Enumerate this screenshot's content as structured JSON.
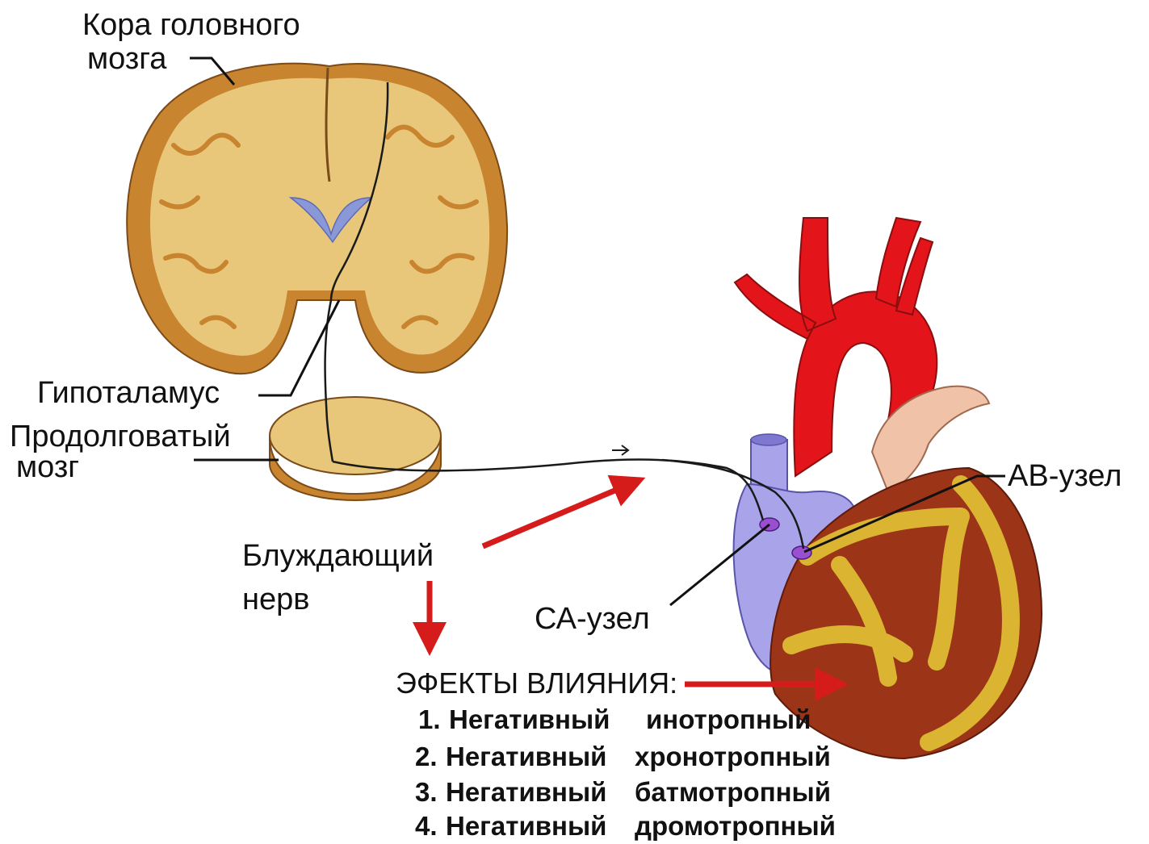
{
  "labels": {
    "cortex_line1": "Кора головного",
    "cortex_line2": "мозга",
    "hypothalamus": "Гипоталамус",
    "medulla_line1": "Продолговатый",
    "medulla_line2": "мозг",
    "vagus_line1": "Блуждающий",
    "vagus_line2": "нерв",
    "sa_node": "СА-узел",
    "av_node": "АВ-узел"
  },
  "effects": {
    "title": "ЭФЕКТЫ ВЛИЯНИЯ:",
    "items": [
      {
        "num": "1.",
        "word": "Негативный",
        "type": "инотропный"
      },
      {
        "num": "2.",
        "word": "Негативный",
        "type": "хронотропный"
      },
      {
        "num": "3.",
        "word": "Негативный",
        "type": "батмотропный"
      },
      {
        "num": "4.",
        "word": "Негативный",
        "type": "дромотропный"
      }
    ]
  },
  "colors": {
    "brain_tissue": "#e8c77a",
    "brain_cortex": "#c9842f",
    "aorta": "#e3141a",
    "myocardium": "#9c3418",
    "fat": "#e2c234",
    "atrium": "#a9a3ea",
    "node": "#9a4fd1",
    "arrow": "#d61b1b"
  }
}
